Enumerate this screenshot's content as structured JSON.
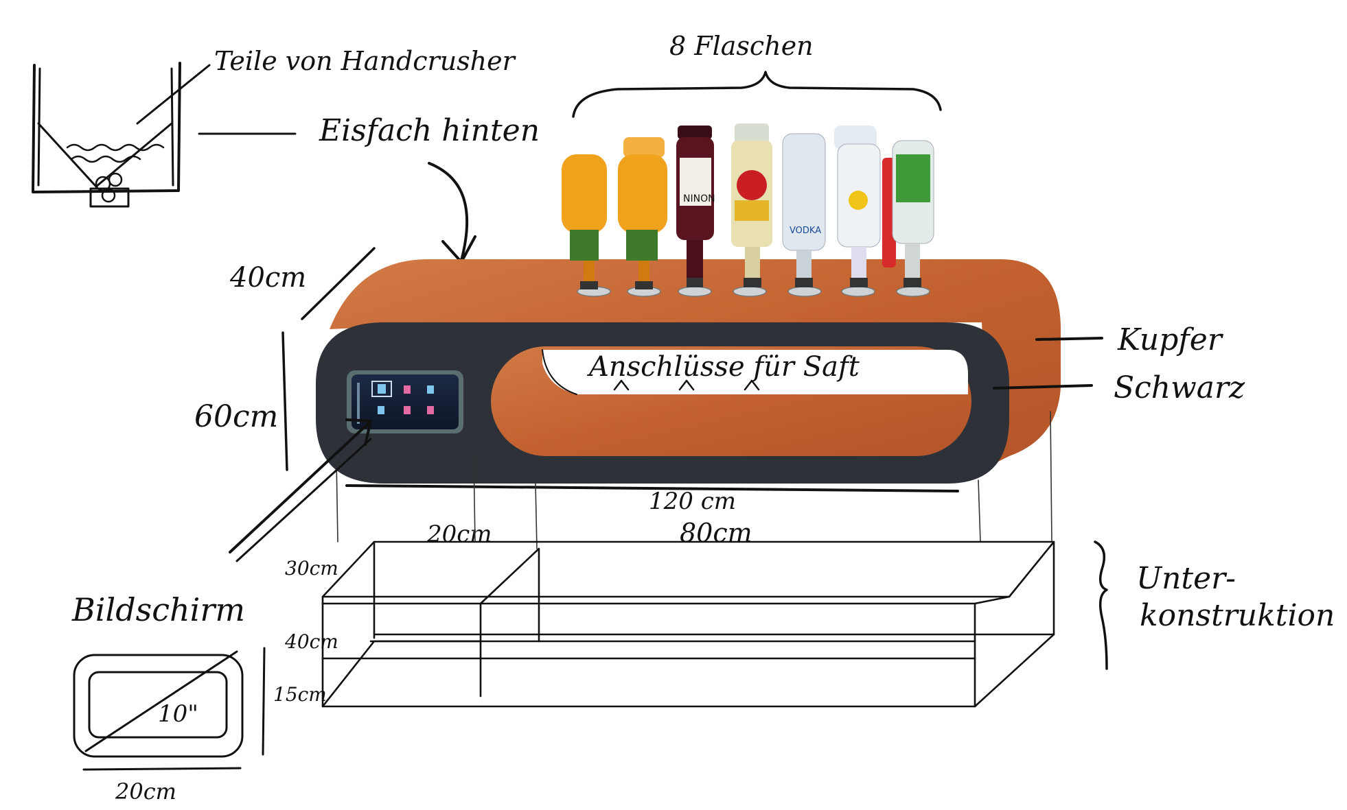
{
  "labels": {
    "bottles_count": "8 Flaschen",
    "crusher_parts": "Teile von Handcrusher",
    "ice_compartment": "Eisfach hinten",
    "depth": "40cm",
    "height": "60cm",
    "copper": "Kupfer",
    "black": "Schwarz",
    "juice_connections": "Anschlüsse für Saft",
    "total_width": "120 cm",
    "inner_width": "80cm",
    "side_width": "20cm",
    "sub_h1": "30cm",
    "sub_h2": "40cm",
    "sub_h3": "15cm",
    "substructure": "Unter-\nkonstruktion",
    "screen": "Bildschirm",
    "screen_diag": "10\"",
    "screen_width": "20cm",
    "screen_height": "15cm"
  },
  "colors": {
    "copper": "#c5683a",
    "copper_dark": "#a9502a",
    "black_frame": "#2e3238",
    "ink": "#111111"
  },
  "bottles": [
    {
      "name": "orange-juice-bottle-1",
      "color": "#f0a21c"
    },
    {
      "name": "orange-juice-bottle-2",
      "color": "#f0a21c"
    },
    {
      "name": "ninon-syrup-bottle",
      "color": "#5a1420"
    },
    {
      "name": "havana-club-bottle",
      "color": "#e8e0b0"
    },
    {
      "name": "absolut-vodka-bottle",
      "color": "#dfe8ee"
    },
    {
      "name": "malibu-bottle",
      "color": "#eef2f5"
    },
    {
      "name": "green-label-bottle",
      "color": "#3f9a3a"
    }
  ]
}
